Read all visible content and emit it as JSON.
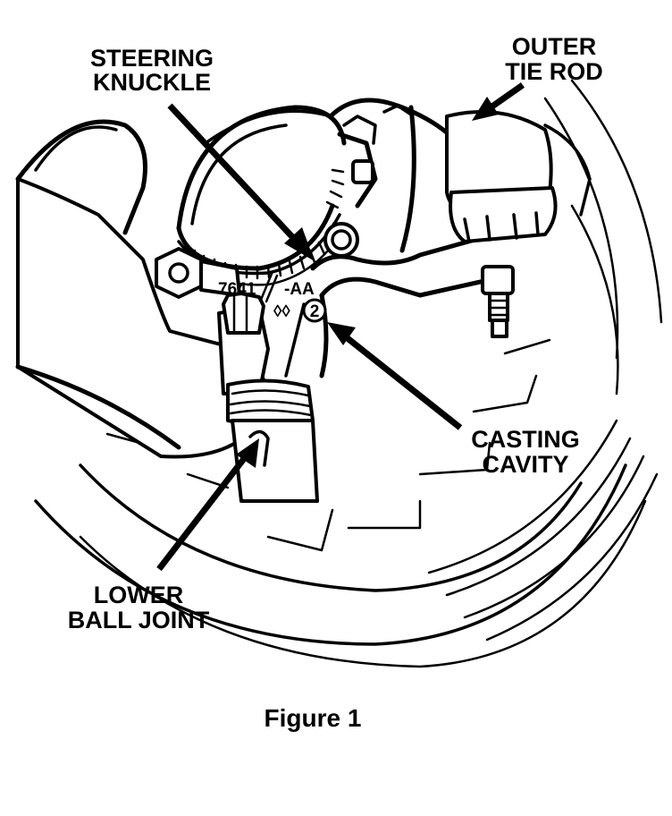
{
  "labels": {
    "steering_knuckle": [
      "STEERING",
      "KNUCKLE"
    ],
    "outer_tie_rod": [
      "OUTER",
      "TIE ROD"
    ],
    "casting_cavity": [
      "CASTING",
      "CAVITY"
    ],
    "lower_ball_joint": [
      "LOWER",
      "BALL JOINT"
    ]
  },
  "casting_marks": {
    "part_number": "7641",
    "suffix": "-AA",
    "diamonds": "◊◊",
    "circled_number": "2"
  },
  "caption": "Figure 1"
}
